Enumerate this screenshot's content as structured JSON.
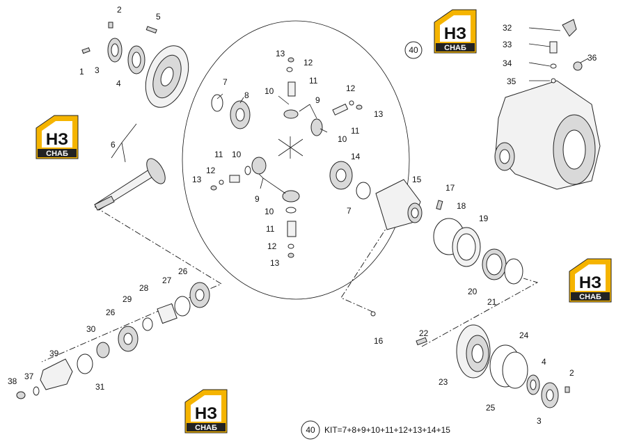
{
  "logo": {
    "mark": "НЗ",
    "caption": "СНАБ"
  },
  "kit_number": "40",
  "kit_text": "KIT=7+8+9+10+11+12+13+14+15",
  "callouts": {
    "c1": "1",
    "c2a": "2",
    "c3a": "3",
    "c4a": "4",
    "c5": "5",
    "c6": "6",
    "c7a": "7",
    "c8": "8",
    "c9a": "9",
    "c10a": "10",
    "c11a": "11",
    "c12a": "12",
    "c13a": "13",
    "c12b": "12",
    "c13b": "13",
    "c11b": "11",
    "c10b": "10",
    "c11c": "11",
    "c10c": "10",
    "c13c": "13",
    "c12c": "12",
    "c9b": "9",
    "c14": "14",
    "c15": "15",
    "c7b": "7",
    "c10d": "10",
    "c11d": "11",
    "c12d": "12",
    "c13d": "13",
    "c40": "40",
    "c16": "16",
    "c17": "17",
    "c18": "18",
    "c19": "19",
    "c20": "20",
    "c21": "21",
    "c22": "22",
    "c23": "23",
    "c24": "24",
    "c25": "25",
    "c4b": "4",
    "c2b": "2",
    "c3b": "3",
    "c26a": "26",
    "c27": "27",
    "c28": "28",
    "c29": "29",
    "c26b": "26",
    "c30": "30",
    "c39": "39",
    "c31": "31",
    "c37": "37",
    "c38": "38",
    "c32": "32",
    "c33": "33",
    "c34": "34",
    "c35": "35",
    "c36": "36"
  }
}
